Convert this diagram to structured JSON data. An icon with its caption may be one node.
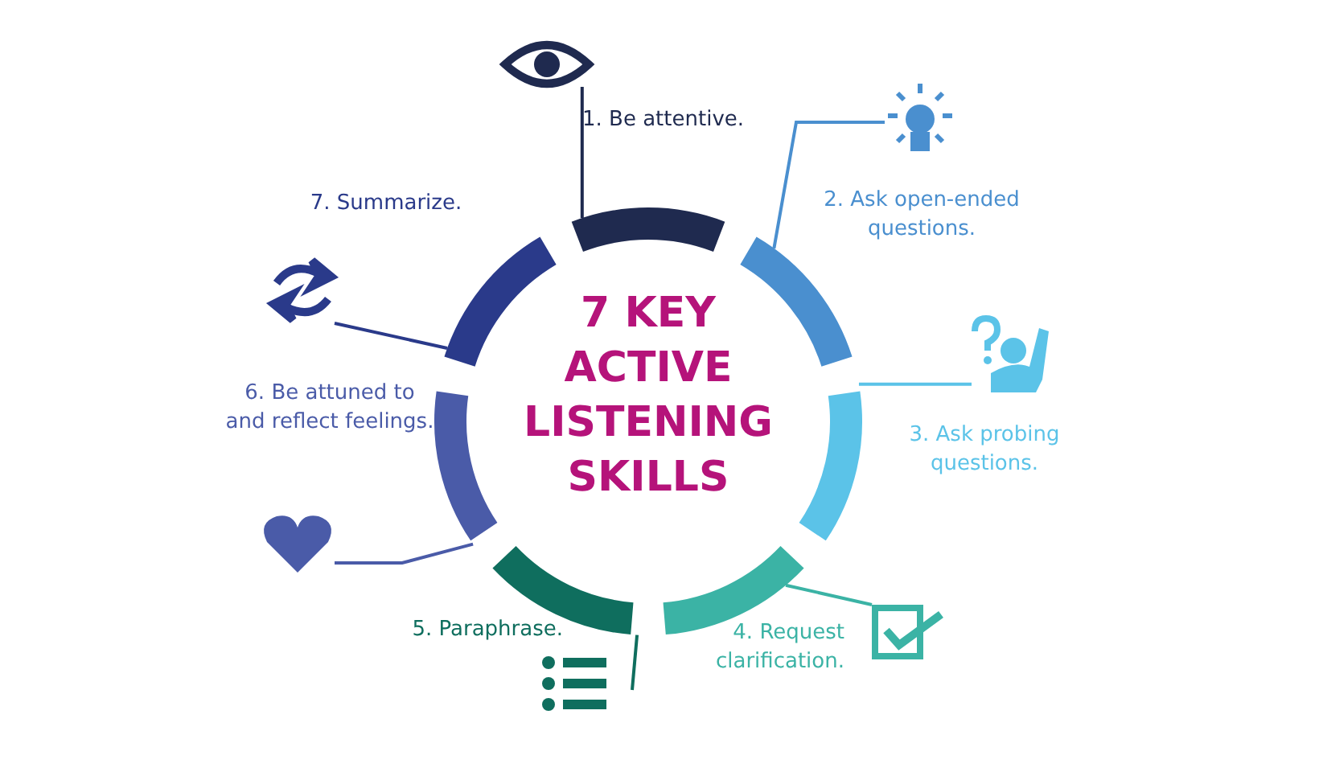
{
  "diagram": {
    "nodes": [
      {
        "text": [
          "7 KEY ACTIVE LISTENING SKILLS"
        ]
      },
      {
        "text": [],
        "shape": "arc"
      },
      {
        "text": [],
        "shape": "arc",
        "beside": [
          "2. Ask open-ended questions."
        ]
      },
      {
        "text": [],
        "shape": "arc",
        "beside": [
          "3. Ask probing questions."
        ]
      },
      {
        "text": [],
        "shape": "arc",
        "beside": [
          "4. Request clarification."
        ]
      },
      {
        "text": [],
        "shape": "arc",
        "beside": [
          "5. Paraphrase."
        ]
      },
      {
        "text": [],
        "shape": "arc",
        "beside": [
          "6. Be attuned to and reflect feelings."
        ]
      },
      {
        "text": [],
        "shape": "arc",
        "beside": [
          "7. Summarize."
        ]
      },
      {
        "text": [],
        "shape": "eye",
        "beside": [
          "1. Be attentive."
        ]
      },
      {
        "text": [],
        "shape": "bulb"
      },
      {
        "text": [],
        "shape": "person"
      },
      {
        "text": [],
        "shape": "checkbox"
      },
      {
        "text": [],
        "shape": "list"
      },
      {
        "text": [],
        "shape": "heart"
      },
      {
        "text": [],
        "shape": "arrows"
      }
    ],
    "edges": [
      {
        "from": 1,
        "to": 8,
        "arrow": "none",
        "color": "#1f2a4f"
      },
      {
        "from": 2,
        "to": 9,
        "arrow": "none",
        "color": "#4a8fcf"
      },
      {
        "from": 3,
        "to": 10,
        "arrow": "none",
        "color": "#5bc3e8"
      },
      {
        "from": 4,
        "to": 11,
        "arrow": "none",
        "color": "#3bb3a5"
      },
      {
        "from": 5,
        "to": 12,
        "arrow": "none",
        "color": "#0f6e5e"
      },
      {
        "from": 6,
        "to": 13,
        "arrow": "none",
        "color": "#4a5ba8"
      },
      {
        "from": 7,
        "to": 14,
        "arrow": "none",
        "color": "#2a3a8a"
      }
    ]
  }
}
